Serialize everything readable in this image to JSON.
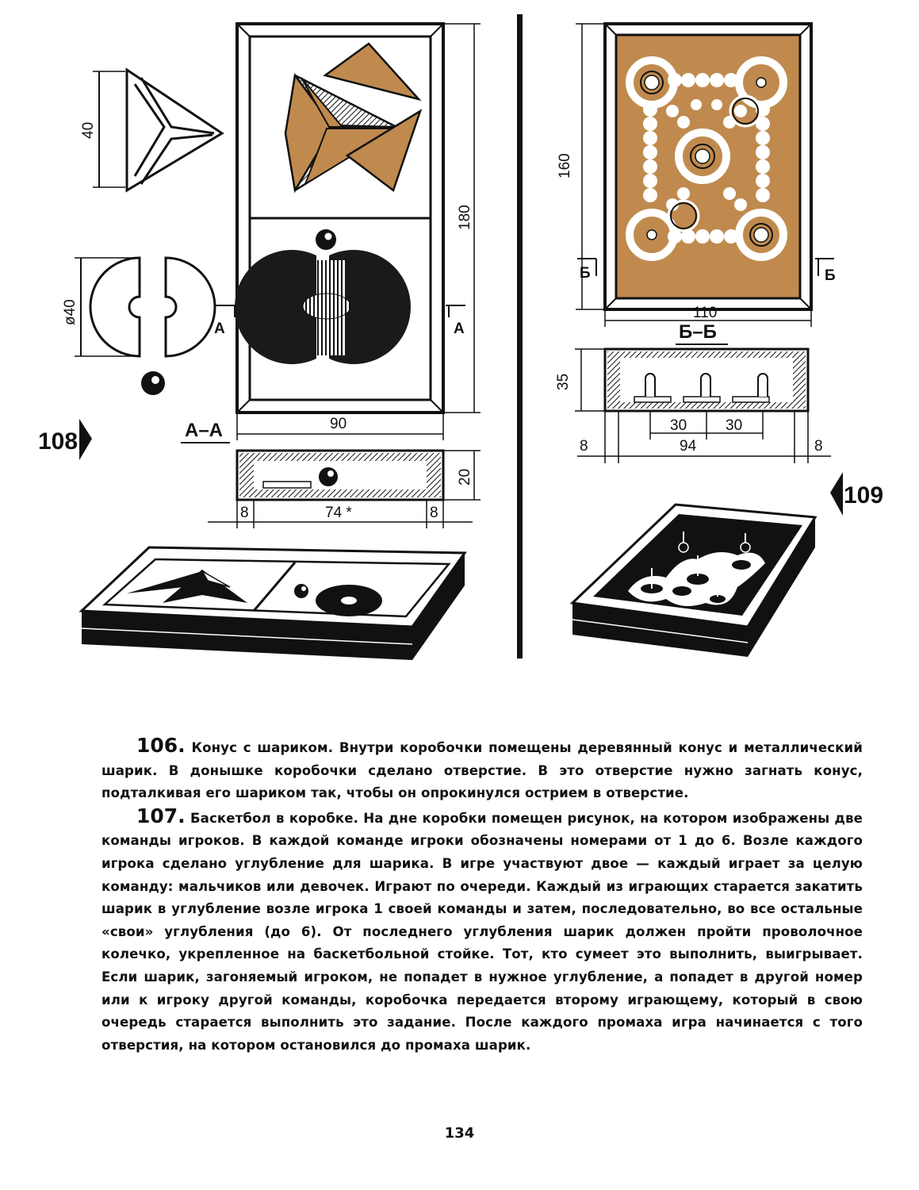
{
  "figure_labels": {
    "fig108": "108",
    "fig109": "109",
    "section_aa": "А–А",
    "section_bb": "Б–Б",
    "mark_a_left": "А",
    "mark_a_right": "А",
    "mark_b_left": "Б",
    "mark_b_right": "Б"
  },
  "dimensions_108": {
    "triangle_height": "40",
    "disk_diameter": "ø40",
    "box_height": "180",
    "box_width": "90",
    "section_height": "20",
    "section_left": "8",
    "section_inner": "74 *",
    "section_right": "8"
  },
  "dimensions_109": {
    "board_height": "160",
    "board_width": "110",
    "section_height": "35",
    "spacing_1": "30",
    "spacing_2": "30",
    "section_left": "8",
    "section_inner": "94",
    "section_right": "8"
  },
  "paragraphs": [
    {
      "number": "106.",
      "title": "Конус с шариком.",
      "body": " Внутри коробочки помещены деревянный конус и металлический шарик. В донышке коробочки сделано отверстие. В это отверстие нужно загнать конус, подталкивая его шариком так, чтобы он опрокинулся острием в отверстие."
    },
    {
      "number": "107.",
      "title": "Баскетбол в коробке.",
      "body": " На дне коробки помещен рисунок, на котором изображены две команды игроков. В каждой команде игроки обозначены номерами от 1 до 6. Возле каждого игрока сделано углубление для шарика. В игре участвуют двое — каждый играет за целую команду: мальчиков или девочек. Играют по очереди. Каждый из играющих старается закатить шарик в углубление возле игрока 1 своей команды и затем, последовательно, во все остальные «свои» углубления (до 6). От последнего углубления шарик должен пройти проволочное колечко, укрепленное на баскетбольной стойке. Тот, кто сумеет это выполнить, выигрывает. Если шарик, загоняемый игроком, не попадет в нужное углубление, а попадет в другой номер или к игроку другой команды, коробочка передается второму играющему, который в свою очередь старается выполнить это задание. После каждого промаха игра начинается с того отверстия, на котором остановился до промаха шарик."
    }
  ],
  "page_number": "134",
  "colors": {
    "wood": "#c08a4e",
    "ink": "#111111"
  }
}
